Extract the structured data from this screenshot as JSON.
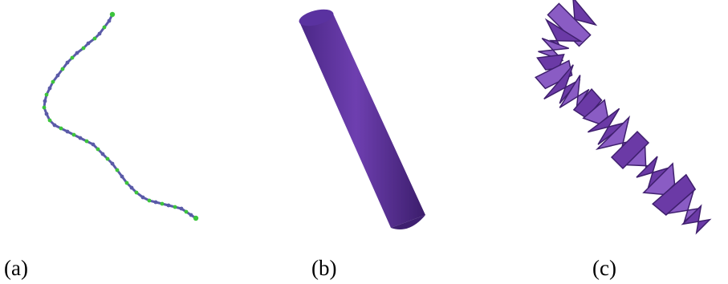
{
  "panels": [
    {
      "caption": "(a)",
      "depiction": "bead-chain"
    },
    {
      "caption": "(b)",
      "depiction": "cylinder"
    },
    {
      "caption": "(c)",
      "depiction": "helical-ribbon"
    }
  ],
  "colors": {
    "purple": "#6b3aa6",
    "purple_dark": "#3f1f6e",
    "purple_light": "#8a5cc4",
    "green": "#3cc43c",
    "chain_blue": "#5a5aa8"
  }
}
